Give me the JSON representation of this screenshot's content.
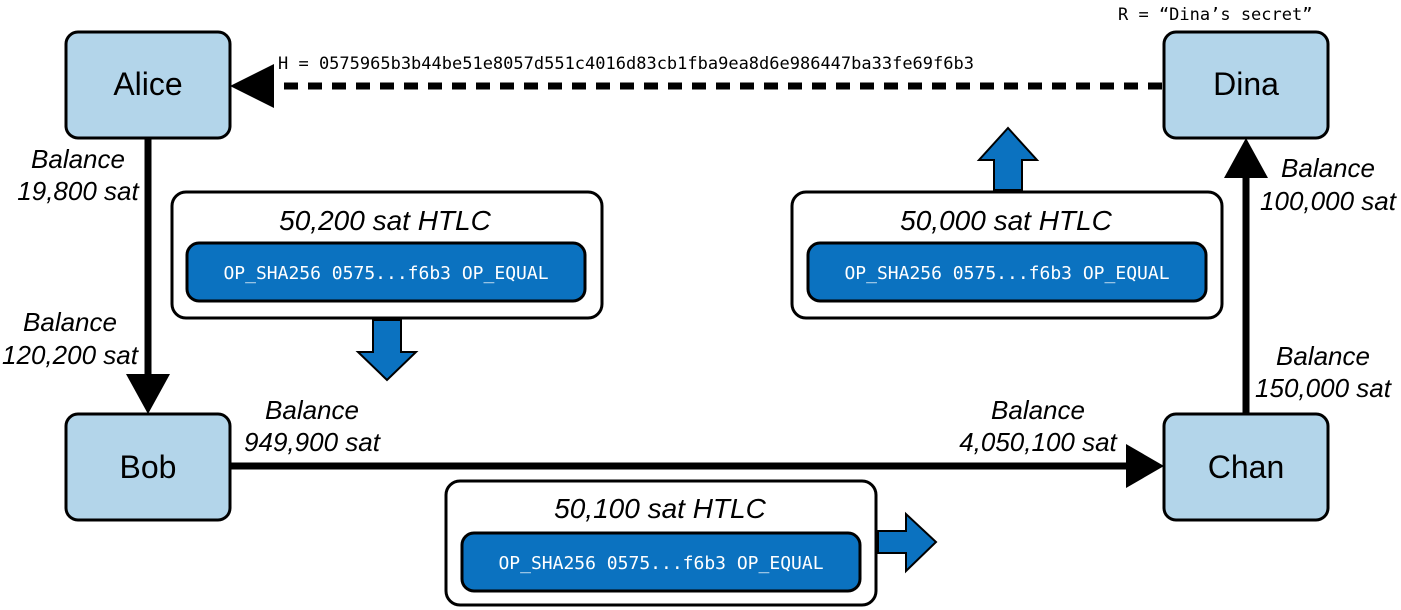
{
  "nodes": {
    "alice": "Alice",
    "bob": "Bob",
    "chan": "Chan",
    "dina": "Dina"
  },
  "secret": {
    "preimage": "R = “Dina’s secret”",
    "hash": "H = 0575965b3b44be51e8057d551c4016d83cb1fba9ea8d6e986447ba33fe69f6b3"
  },
  "balances": {
    "alice_line1": "Balance",
    "alice_line2": "19,800 sat",
    "bob_ab_line1": "Balance",
    "bob_ab_line2": "120,200 sat",
    "bob_bc_line1": "Balance",
    "bob_bc_line2": "949,900 sat",
    "chan_bc_line1": "Balance",
    "chan_bc_line2": "4,050,100 sat",
    "chan_cd_line1": "Balance",
    "chan_cd_line2": "150,000 sat",
    "dina_line1": "Balance",
    "dina_line2": "100,000 sat"
  },
  "htlcs": {
    "ab": {
      "title": "50,200 sat HTLC",
      "script": "OP_SHA256 0575...f6b3 OP_EQUAL"
    },
    "bc": {
      "title": "50,100 sat HTLC",
      "script": "OP_SHA256 0575...f6b3 OP_EQUAL"
    },
    "cd": {
      "title": "50,000 sat HTLC",
      "script": "OP_SHA256 0575...f6b3 OP_EQUAL"
    }
  },
  "colors": {
    "node_fill": "#b3d5ea",
    "script_fill": "#0b72c0"
  }
}
